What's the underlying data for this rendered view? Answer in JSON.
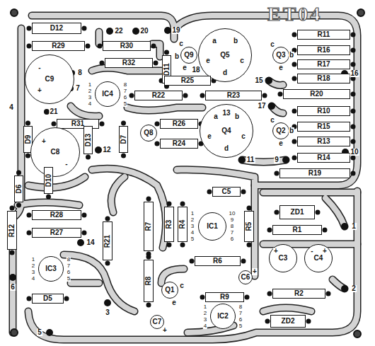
{
  "diagram": {
    "title": "ET04",
    "nodes": [
      {
        "text": [
          "D12"
        ]
      },
      {
        "text": [
          "R29"
        ]
      },
      {
        "text": [
          "R30"
        ]
      },
      {
        "text": [
          "R32"
        ]
      },
      {
        "text": [
          "D11"
        ]
      },
      {
        "text": [
          "Q9"
        ]
      },
      {
        "text": [
          "Q5"
        ]
      },
      {
        "text": [
          "Q3"
        ]
      },
      {
        "text": [
          "R11"
        ]
      },
      {
        "text": [
          "R16"
        ]
      },
      {
        "text": [
          "R17"
        ]
      },
      {
        "text": [
          "R18"
        ]
      },
      {
        "text": [
          "C9"
        ]
      },
      {
        "text": [
          "IC4"
        ]
      },
      {
        "text": [
          "R25"
        ]
      },
      {
        "text": [
          "R22"
        ]
      },
      {
        "text": [
          "R23"
        ]
      },
      {
        "text": [
          "R20"
        ]
      },
      {
        "text": [
          "R10"
        ]
      },
      {
        "text": [
          "R31"
        ]
      },
      {
        "text": [
          "R26"
        ]
      },
      {
        "text": [
          "Q4"
        ]
      },
      {
        "text": [
          "Q2"
        ]
      },
      {
        "text": [
          "R15"
        ]
      },
      {
        "text": [
          "D9"
        ]
      },
      {
        "text": [
          "D13"
        ]
      },
      {
        "text": [
          "D7"
        ]
      },
      {
        "text": [
          "Q8"
        ]
      },
      {
        "text": [
          "R24"
        ]
      },
      {
        "text": [
          "R13"
        ]
      },
      {
        "text": [
          "C8"
        ]
      },
      {
        "text": [
          "R14"
        ]
      },
      {
        "text": [
          "R19"
        ]
      },
      {
        "text": [
          "D10"
        ]
      },
      {
        "text": [
          "D6"
        ]
      },
      {
        "text": [
          "C5"
        ]
      },
      {
        "text": [
          "ZD1"
        ]
      },
      {
        "text": [
          "R28"
        ]
      },
      {
        "text": [
          "R7"
        ]
      },
      {
        "text": [
          "R3"
        ]
      },
      {
        "text": [
          "R4"
        ]
      },
      {
        "text": [
          "IC1"
        ]
      },
      {
        "text": [
          "R5"
        ]
      },
      {
        "text": [
          "R1"
        ]
      },
      {
        "text": [
          "R27"
        ]
      },
      {
        "text": [
          "R12"
        ]
      },
      {
        "text": [
          "R21"
        ]
      },
      {
        "text": [
          "R6"
        ]
      },
      {
        "text": [
          "C3"
        ]
      },
      {
        "text": [
          "C4"
        ]
      },
      {
        "text": [
          "IC3"
        ]
      },
      {
        "text": [
          "C6"
        ]
      },
      {
        "text": [
          "R8"
        ]
      },
      {
        "text": [
          "Q1"
        ]
      },
      {
        "text": [
          "R9"
        ]
      },
      {
        "text": [
          "R2"
        ]
      },
      {
        "text": [
          "D5"
        ]
      },
      {
        "text": [
          "IC2"
        ]
      },
      {
        "text": [
          "C7"
        ]
      },
      {
        "text": [
          "ZD2"
        ]
      }
    ],
    "labels": [
      "22",
      "20",
      "19",
      "18",
      "16",
      "15",
      "17",
      "13",
      "11",
      "9",
      "10",
      "12",
      "21",
      "14",
      "3",
      "6",
      "5",
      "1",
      "2",
      "8",
      "7",
      "4",
      "c",
      "b",
      "e",
      "c",
      "b",
      "e",
      "c",
      "b",
      "e",
      "c",
      "e",
      "a",
      "b",
      "c",
      "d",
      "e",
      "a",
      "b",
      "c",
      "d",
      "e",
      "-",
      "+",
      "+",
      "-",
      "+",
      "-",
      "+",
      "+",
      "+",
      "1",
      "2",
      "3",
      "4",
      "5",
      "6",
      "7",
      "8",
      "1",
      "2",
      "3",
      "4",
      "5",
      "6",
      "7",
      "8",
      "9",
      "10",
      "1",
      "2",
      "3",
      "4",
      "5",
      "6",
      "7",
      "8",
      "1",
      "2",
      "3",
      "4",
      "5",
      "6",
      "7",
      "8"
    ]
  }
}
